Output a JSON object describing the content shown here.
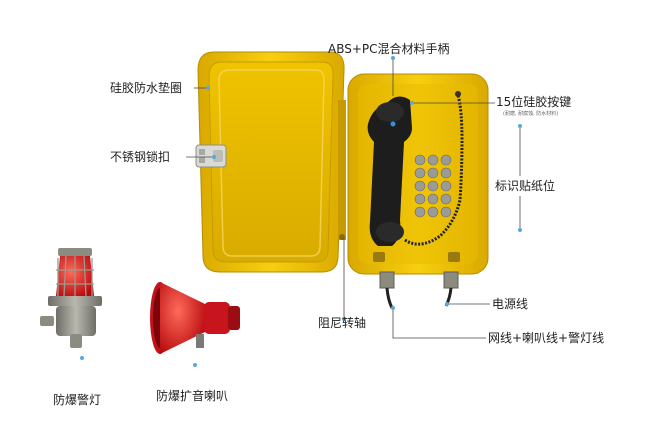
{
  "labels": {
    "handset": "ABS+PC混合材料手柄",
    "keypad": "15位硅胶按键",
    "keypad_note": "(耐磨, 耐腐蚀, 防水材料)",
    "gasket": "硅胶防水垫圈",
    "lock": "不锈钢锁扣",
    "sticker": "标识贴纸位",
    "power_cable": "电源线",
    "hinge": "阻尼转轴",
    "cables": "网线+喇叭线+警灯线",
    "beacon": "防爆警灯",
    "speaker": "防爆扩音喇叭"
  },
  "colors": {
    "body": "#f2c200",
    "body_dark": "#d4a300",
    "inner": "#e7b800",
    "handset": "#1c1c1c",
    "beacon_red": "#e0181c",
    "speaker_red": "#d9131d",
    "leader": "#4a4a4a",
    "callout_dot": "#5aa8d8"
  }
}
